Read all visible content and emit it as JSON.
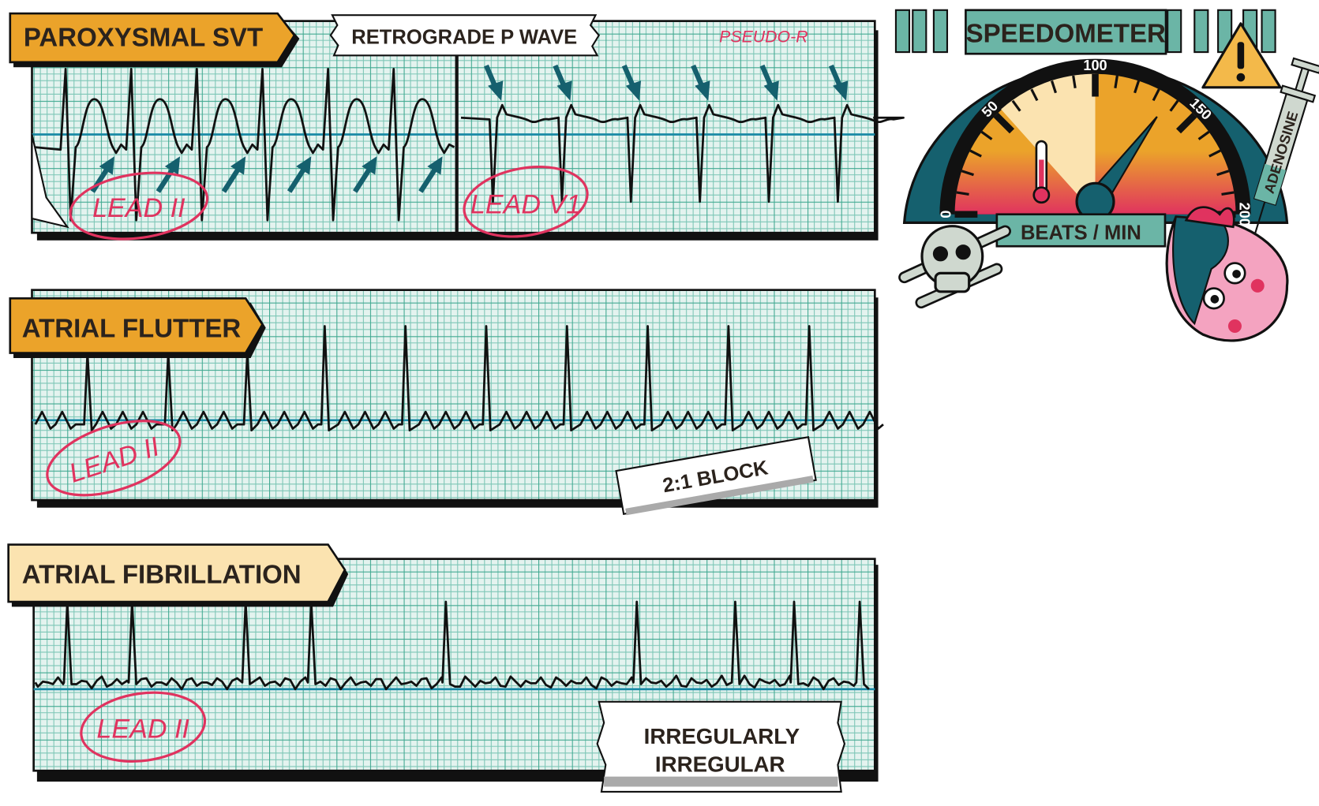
{
  "strips": [
    {
      "title": "PAROXYSMAL SVT",
      "tag": "RETROGRADE P WAVE",
      "note": "PSEUDO-R",
      "leads": [
        "LEAD II",
        "LEAD V1"
      ]
    },
    {
      "title": "ATRIAL FLUTTER",
      "tag": "2:1  BLOCK",
      "leads": [
        "LEAD II"
      ]
    },
    {
      "title": "ATRIAL FIBRILLATION",
      "tag_line1": "IRREGULARLY",
      "tag_line2": "IRREGULAR",
      "leads": [
        "LEAD II"
      ]
    }
  ],
  "speedometer": {
    "title": "SPEEDOMETER",
    "unit": "BEATS / MIN",
    "ticks": [
      "0",
      "50",
      "100",
      "150",
      "200"
    ],
    "min": 0,
    "max": 200,
    "needle_value": 140,
    "syringe_label": "ADENOSINE"
  },
  "colors": {
    "orange": "#eba32a",
    "pale": "#fbe3b0",
    "teal": "#15606e",
    "grid": "#5fb8a5",
    "pink": "#e0335f"
  }
}
